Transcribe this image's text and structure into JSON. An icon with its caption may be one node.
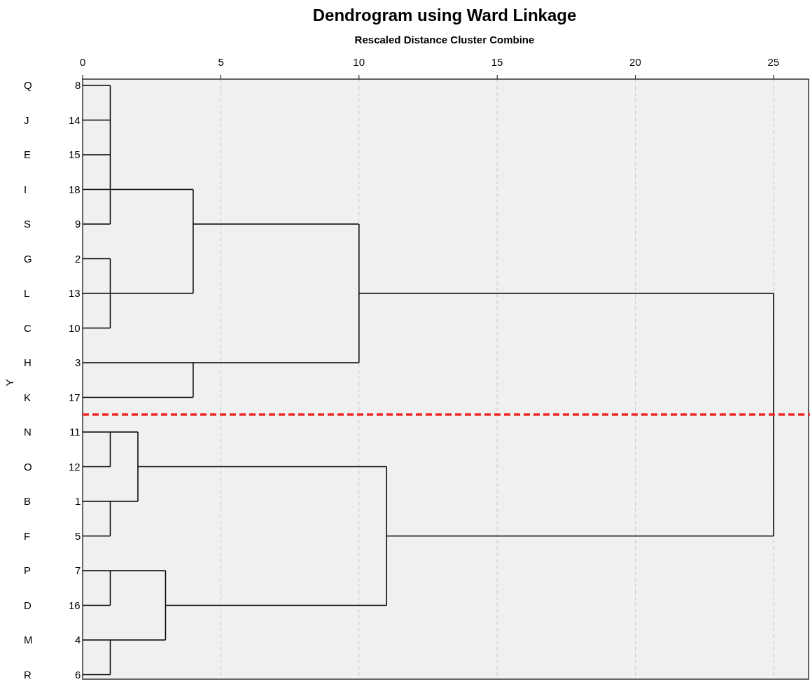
{
  "diagram": {
    "title": "Dendrogram using Ward Linkage",
    "labels": [
      "Rescaled Distance Cluster Combine",
      "0",
      "5",
      "10",
      "15",
      "20",
      "25",
      "Y",
      "Q",
      "8",
      "J",
      "14",
      "E",
      "15",
      "I",
      "18",
      "S",
      "9",
      "G",
      "2",
      "L",
      "13",
      "C",
      "10",
      "H",
      "3",
      "K",
      "17",
      "N",
      "11",
      "O",
      "12",
      "B",
      "1",
      "F",
      "5",
      "P",
      "7",
      "D",
      "16",
      "M",
      "4",
      "R",
      "6"
    ]
  }
}
